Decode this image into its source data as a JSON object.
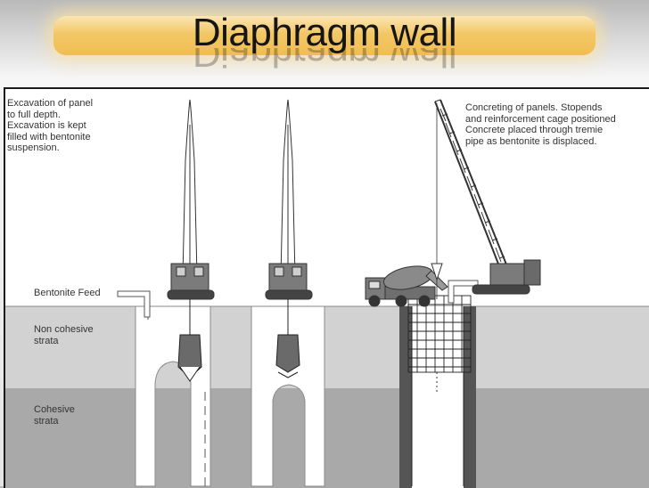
{
  "slide": {
    "title": "Diaphragm wall"
  },
  "diagram": {
    "note_left": "Excavation of panel\nto full depth.\nExcavation is kept\nfilled with bentonite\nsuspension.",
    "note_right": "Concreting of panels. Stopends\nand reinforcement cage positioned\nConcrete placed through tremie\npipe as bentonite is displaced.",
    "label_bentonite_feed": "Bentonite Feed",
    "label_non_cohesive": "Non cohesive\nstrata",
    "label_cohesive": "Cohesive\nstrata"
  },
  "colors": {
    "title_band": "#f3c766",
    "sky": "#ffffff",
    "non_cohesive_strata": "#d2d2d2",
    "cohesive_strata": "#a9a9a9",
    "trench": "#ffffff",
    "wall_concrete": "#555555",
    "machinery": "#6f6f6f"
  },
  "icons": [
    "excavator-rig-icon",
    "crane-icon",
    "concrete-mixer-truck-icon",
    "clamshell-grab-icon",
    "reinforcement-cage-icon"
  ]
}
